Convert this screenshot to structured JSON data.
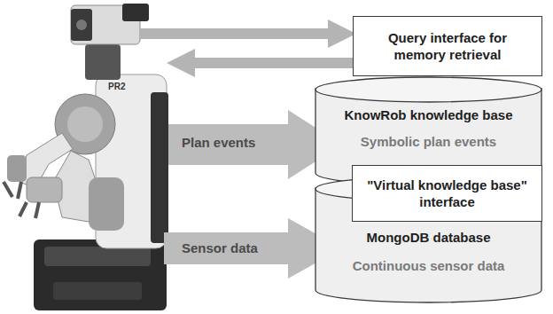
{
  "diagram": {
    "nodes": [
      {
        "text": [
          "Query interface for memory retrieval"
        ]
      },
      {
        "text": [
          "KnowRob knowledge base",
          "Symbolic plan events"
        ]
      },
      {
        "text": [
          "\"Virtual knowledge base\" interface"
        ]
      },
      {
        "text": [
          "MongoDB database",
          "Continuous sensor data"
        ]
      }
    ],
    "labels": [
      "PR2",
      "Plan events",
      "Sensor data"
    ]
  }
}
